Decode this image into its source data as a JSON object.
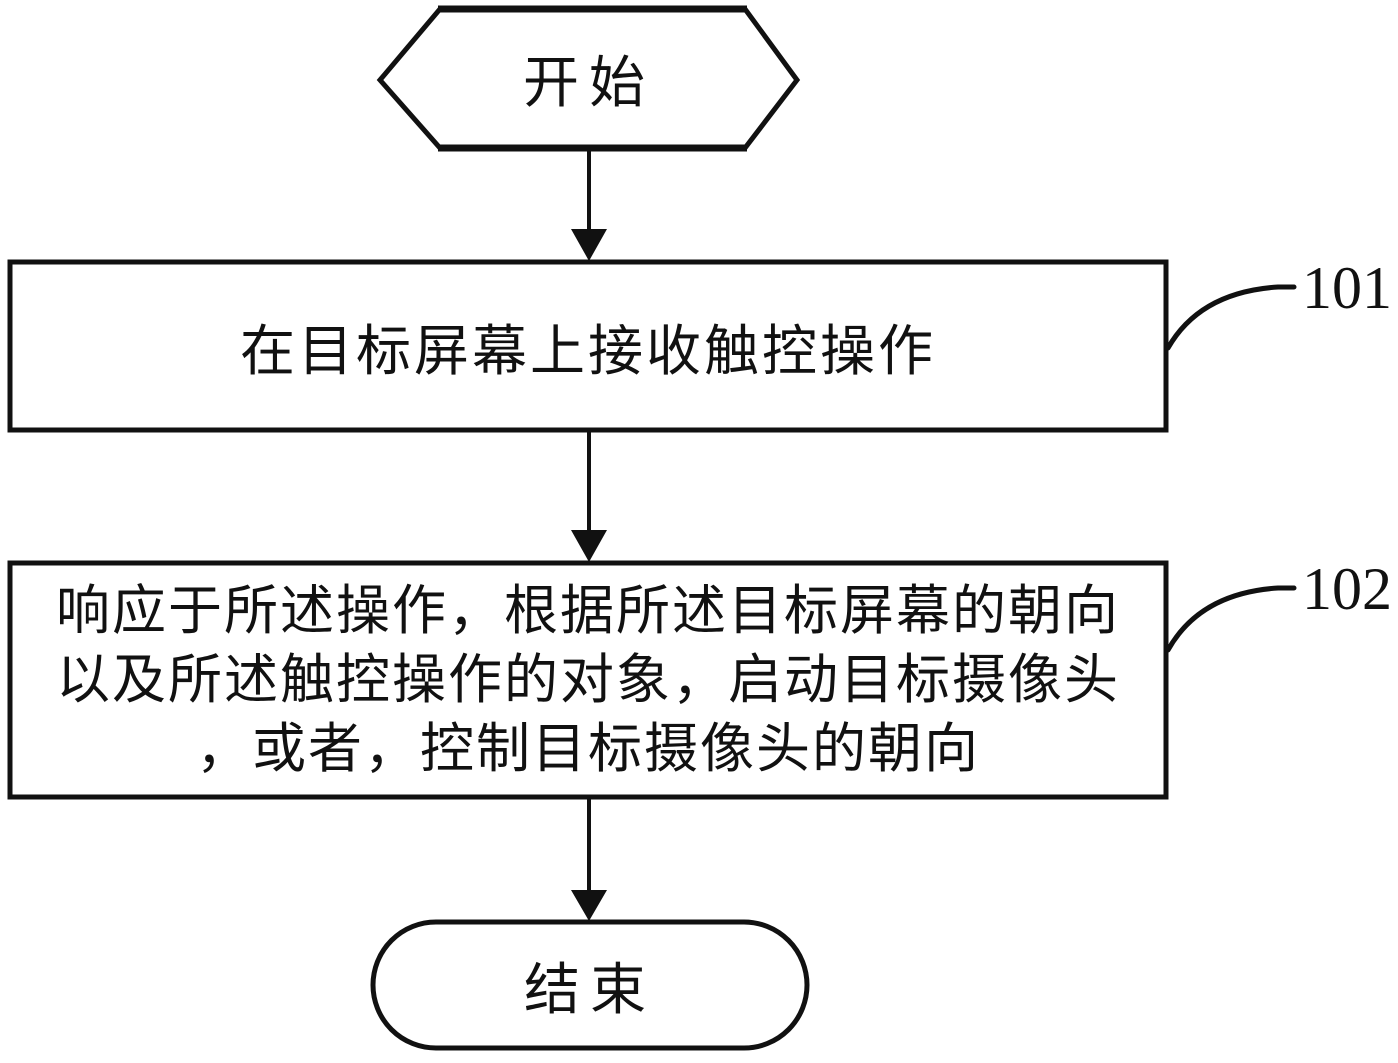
{
  "figure": {
    "type": "flowchart",
    "start": {
      "label": "开始"
    },
    "end": {
      "label": "结束"
    },
    "steps": [
      {
        "ref": "101",
        "lines": [
          "在目标屏幕上接收触控操作"
        ]
      },
      {
        "ref": "102",
        "lines": [
          "响应于所述操作，根据所述目标屏幕的朝向",
          "以及所述触控操作的对象，启动目标摄像头",
          "，或者，控制目标摄像头的朝向"
        ]
      }
    ],
    "colors": {
      "ink": "#111111",
      "background": "#ffffff"
    }
  }
}
